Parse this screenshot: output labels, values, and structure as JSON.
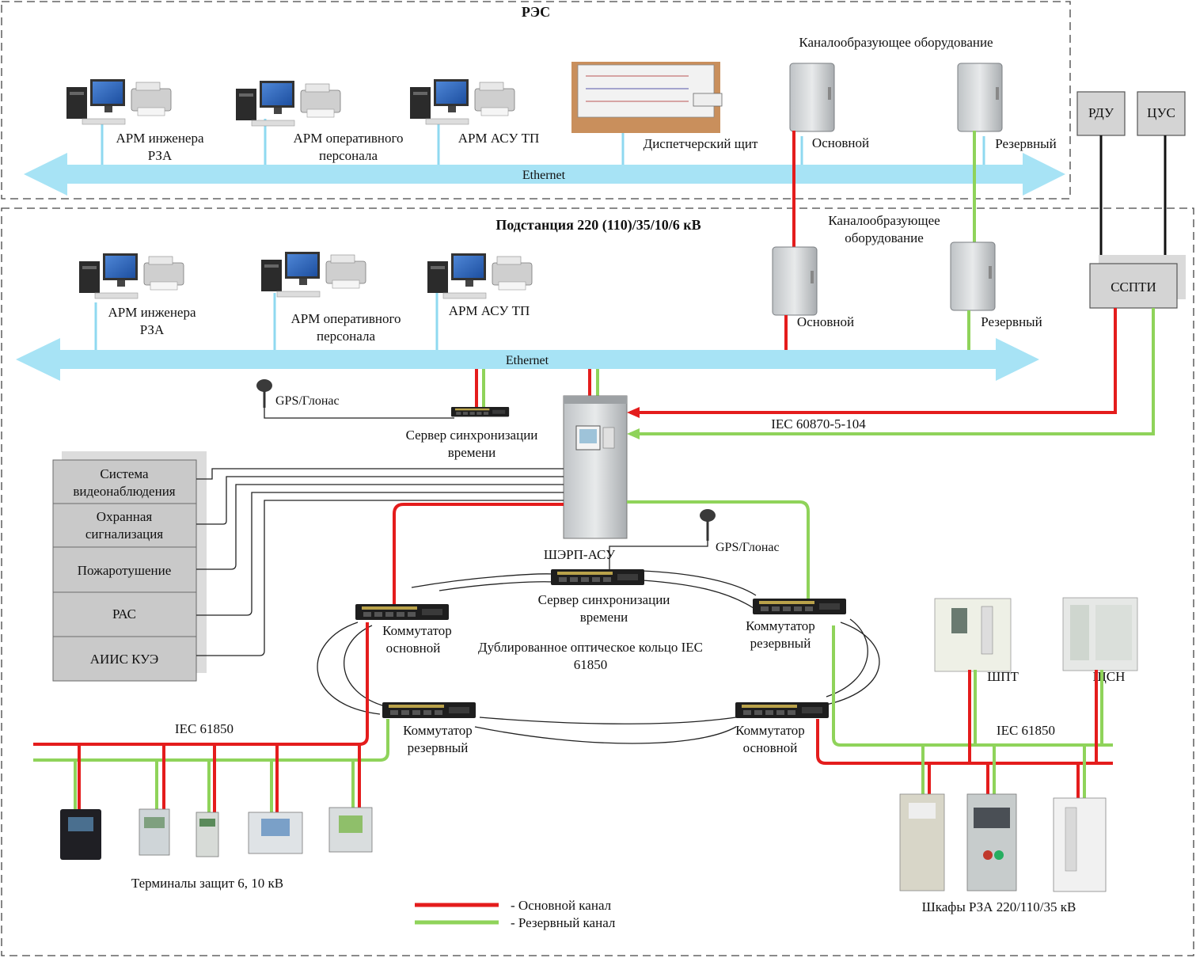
{
  "zones": {
    "res_title": "РЭС",
    "substation_title": "Подстанция 220 (110)/35/10/6 кВ"
  },
  "res": {
    "arm_rza": [
      "АРМ инженера",
      "РЗА"
    ],
    "arm_op": [
      "АРМ оперативного",
      "персонала"
    ],
    "arm_asu": "АРМ АСУ ТП",
    "dispatch": "Диспетчерский щит",
    "channel_equipment": "Каналообразующее оборудование",
    "main": "Основной",
    "reserve": "Резервный",
    "ethernet": "Ethernet"
  },
  "external": {
    "rdu": "РДУ",
    "cus": "ЦУС",
    "ssnti": "ССПТИ"
  },
  "substation": {
    "channel_equipment": [
      "Каналообразующее",
      "оборудование"
    ],
    "main": "Основной",
    "reserve": "Резервный",
    "arm_rza": [
      "АРМ инженера",
      "РЗА"
    ],
    "arm_op": [
      "АРМ оперативного",
      "персонала"
    ],
    "arm_asu": "АРМ АСУ ТП",
    "ethernet": "Ethernet",
    "gps1": "GPS/Глонас",
    "sync_server1": [
      "Сервер синхронизации",
      "времени"
    ],
    "iec104": "IEC 60870-5-104",
    "cabinet": "ШЭРП-АСУ",
    "gps2": "GPS/Глонас",
    "sync_server2": [
      "Сервер синхронизации",
      "времени"
    ],
    "switch_main_left": [
      "Коммутатор",
      "основной"
    ],
    "switch_res_right": [
      "Коммутатор",
      "резервный"
    ],
    "ring": [
      "Дублированное оптическое кольцо IEC",
      "61850"
    ],
    "switch_res_left": [
      "Коммутатор",
      "резервный"
    ],
    "switch_main_right": [
      "Коммутатор",
      "основной"
    ],
    "systems": [
      [
        "Система",
        "видеонаблюдения"
      ],
      [
        "Охранная",
        "сигнализация"
      ],
      [
        "Пожаротушение"
      ],
      [
        "РАС"
      ],
      [
        "АИИС КУЭ"
      ]
    ],
    "iec61850_left": "IEC 61850",
    "iec61850_right": "IEC 61850",
    "terminals": "Терминалы защит 6, 10 кВ",
    "cabinets_rza": "Шкафы РЗА 220/110/35 кВ",
    "shpt": "ШПТ",
    "shsn": "ЩСН"
  },
  "legend": {
    "main_channel": "- Основной канал",
    "reserve_channel": "- Резервный канал",
    "main_color": "#e41c1c",
    "reserve_color": "#8fd35a"
  },
  "colors": {
    "ethernet_bus": "#a7e3f5"
  }
}
